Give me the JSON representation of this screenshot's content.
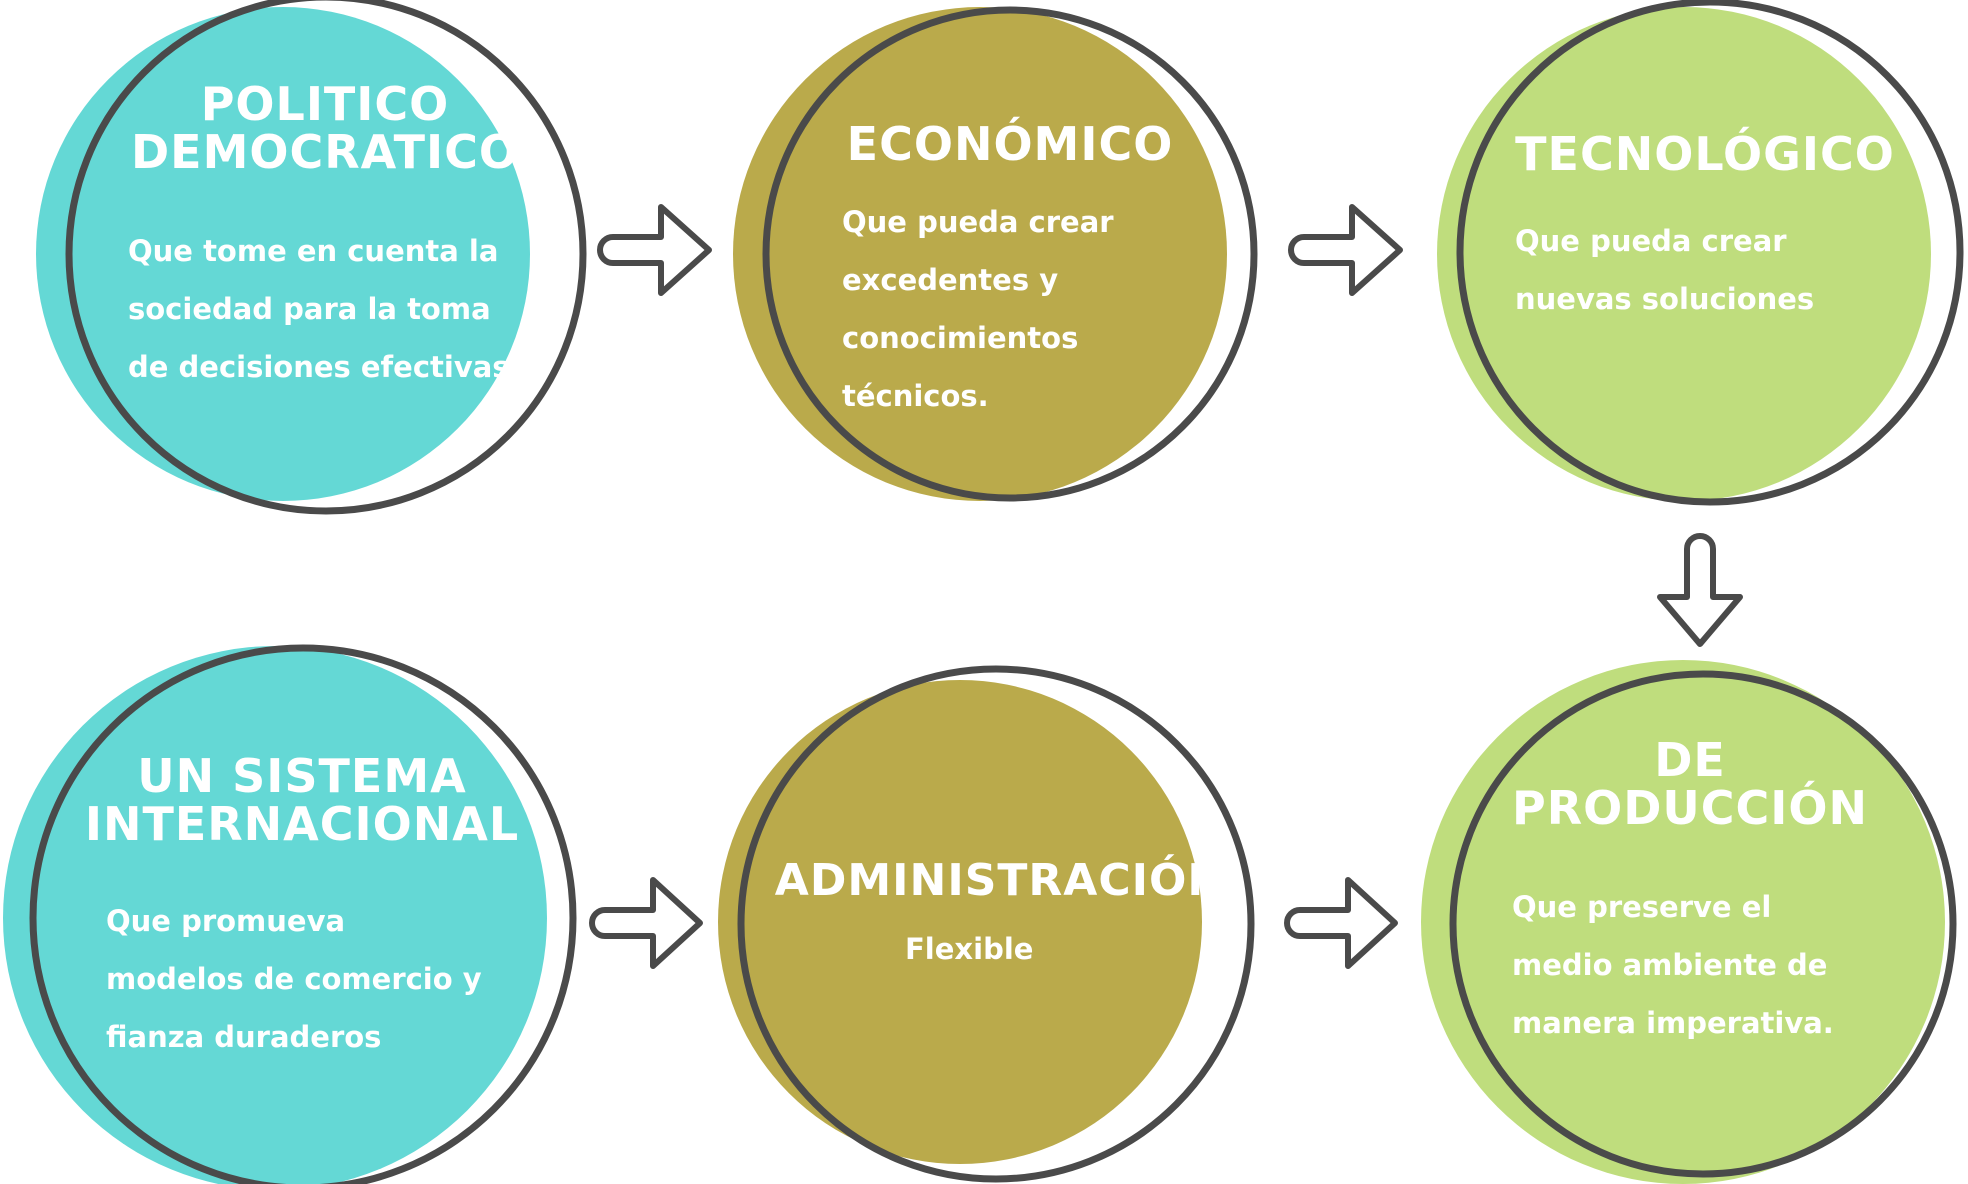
{
  "colors": {
    "teal": "#64d8d5",
    "olive": "#baaa4b",
    "green": "#bfdd7d",
    "ring": "#4a4a4a",
    "arrow_fill": "#ffffff",
    "text": "#ffffff"
  },
  "nodes": [
    {
      "id": "politico",
      "color": "teal",
      "title": "POLITICO\nDEMOCRATICO",
      "description": "Que tome en cuenta la\nsociedad  para la toma\nde decisiones efectivas."
    },
    {
      "id": "economico",
      "color": "olive",
      "title": "ECONÓMICO",
      "description": "Que pueda crear\nexcedentes y\nconocimientos\ntécnicos."
    },
    {
      "id": "tecnologico",
      "color": "green",
      "title": "TECNOLÓGICO",
      "description": "Que pueda crear\nnuevas soluciones"
    },
    {
      "id": "produccion",
      "color": "green",
      "title": "DE\nPRODUCCIÓN",
      "description": "Que preserve el\nmedio ambiente de\nmanera imperativa."
    },
    {
      "id": "administracion",
      "color": "olive",
      "title": "ADMINISTRACIÓN",
      "description": "Flexible"
    },
    {
      "id": "internacional",
      "color": "teal",
      "title": "UN SISTEMA\nINTERNACIONAL",
      "description": "Que promueva\nmodelos de comercio y\nfianza duraderos"
    }
  ],
  "arrows": [
    {
      "from": "politico",
      "to": "economico",
      "direction": "right"
    },
    {
      "from": "economico",
      "to": "tecnologico",
      "direction": "right"
    },
    {
      "from": "tecnologico",
      "to": "produccion",
      "direction": "down"
    },
    {
      "from": "internacional",
      "to": "administracion",
      "direction": "right"
    },
    {
      "from": "administracion",
      "to": "produccion",
      "direction": "right"
    }
  ]
}
